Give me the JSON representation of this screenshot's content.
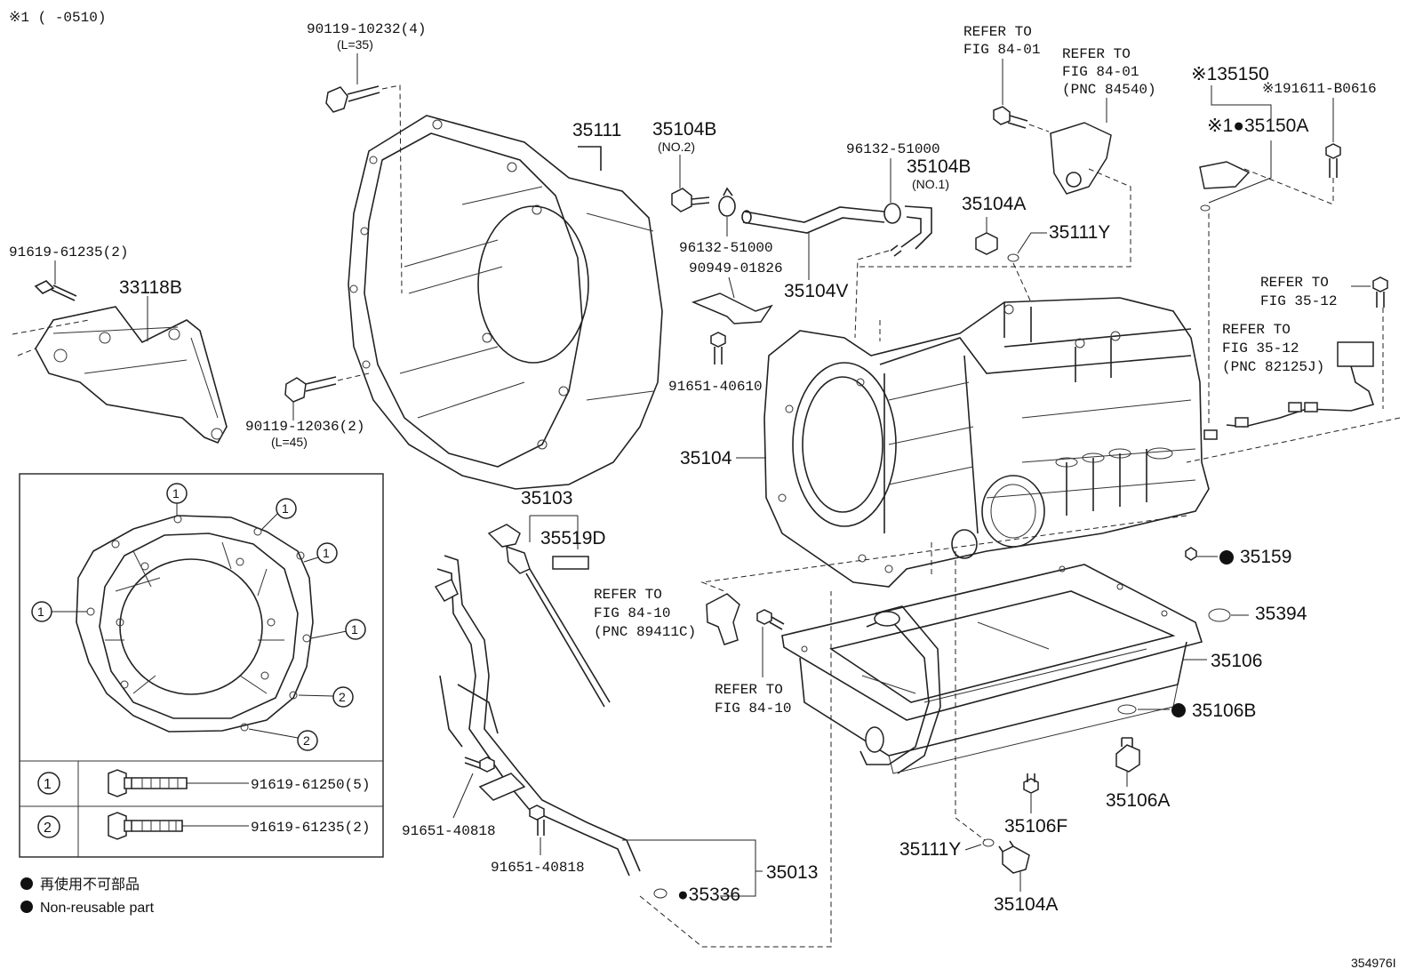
{
  "header_note": "※1 (      -0510)",
  "image_code": "354976I",
  "legend": {
    "jp": "再使用不可部品",
    "en": "Non-reusable part"
  },
  "inset_table": {
    "rows": [
      {
        "marker": "1",
        "part": "91619-61250(5)"
      },
      {
        "marker": "2",
        "part": "91619-61235(2)"
      }
    ]
  },
  "inset_markers": [
    "1",
    "1",
    "1",
    "1",
    "1",
    "2",
    "2"
  ],
  "labels": {
    "bolt_top": "90119-10232(4)",
    "bolt_top_len": "(L=35)",
    "bellhousing": "35111",
    "plug_no2": "35104B",
    "plug_no2_sub": "(NO.2)",
    "clamp_top": "96132-51000",
    "plug_no1": "35104B",
    "plug_no1_sub": "(NO.1)",
    "clamp_left": "96132-51000",
    "clip": "90949-01826",
    "hose": "35104V",
    "bolt_clip": "91651-40610",
    "refer_8401_a": "REFER TO",
    "refer_8401_a2": "FIG 84-01",
    "refer_8401_b": "REFER TO",
    "refer_8401_b2": "FIG 84-01",
    "refer_8401_b3": "(PNC 84540)",
    "sensor_top": "※135150",
    "sensor_bolt": "※191611-B0616",
    "sensor_sub": "※1●35150A",
    "drain_plug_top": "35104A",
    "oring_top": "35111Y",
    "refer_3512_a": "REFER TO",
    "refer_3512_a2": "FIG 35-12",
    "refer_3512_b": "REFER TO",
    "refer_3512_b2": "FIG 35-12",
    "refer_3512_b3": "(PNC 82125J)",
    "bracket_bolt": "91619-61235(2)",
    "bracket": "33118B",
    "bolt_left": "90119-12036(2)",
    "bolt_left_len": "(L=45)",
    "case": "35104",
    "dipstick_group": "35103",
    "dipstick_sub": "35519D",
    "refer_8410_a": "REFER TO",
    "refer_8410_a2": "FIG 84-10",
    "refer_8410_a3": "(PNC 89411C)",
    "refer_8410_b": "REFER TO",
    "refer_8410_b2": "FIG 84-10",
    "gasket_nr": "35159",
    "gasket_pan": "35394",
    "oil_pan": "35106",
    "drain_gasket": "35106B",
    "drain_plug": "35106A",
    "pan_bolt": "35106F",
    "oring_bottom": "35111Y",
    "plug_bottom": "35104A",
    "tube_bolt_a": "91651-40818",
    "tube_bolt_b": "91651-40818",
    "filler_tube": "35013",
    "oring_tube": "●35336"
  }
}
